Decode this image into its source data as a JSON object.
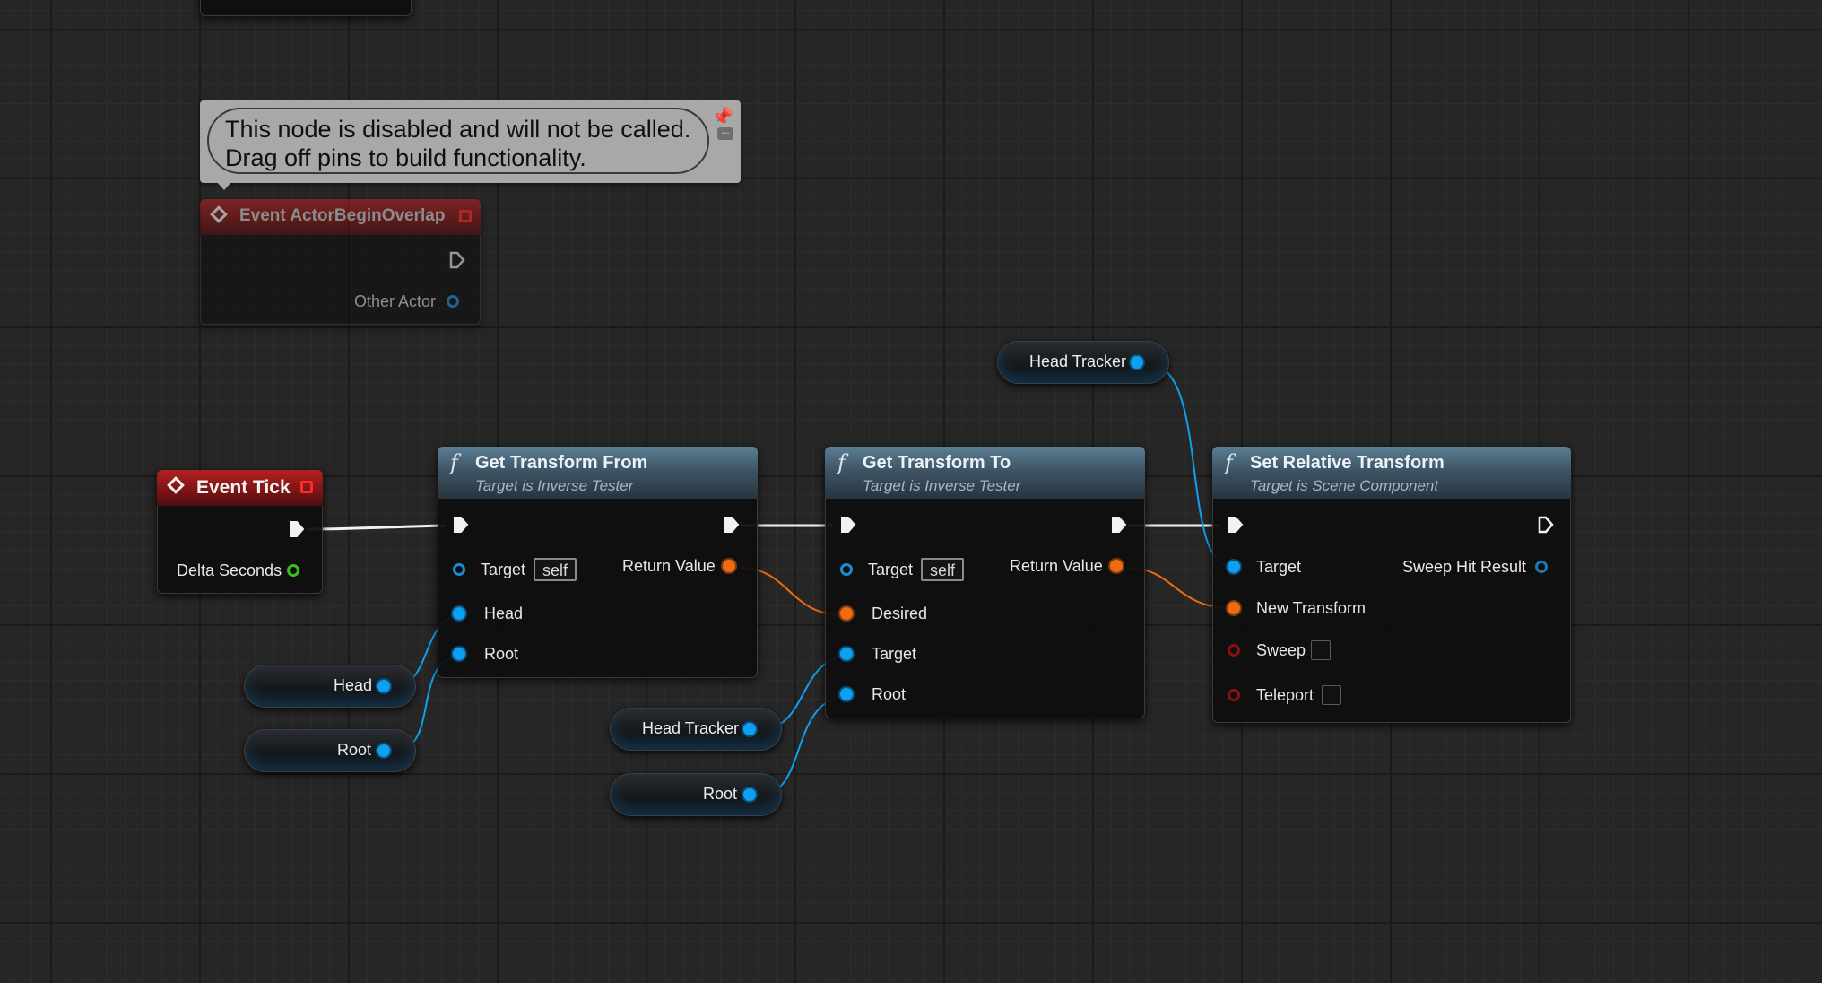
{
  "comment": {
    "line1": "This node is disabled and will not be called.",
    "line2": "Drag off pins to build functionality."
  },
  "begin_overlap": {
    "title": "Event ActorBeginOverlap",
    "pin_other_actor": "Other Actor"
  },
  "event_tick": {
    "title": "Event Tick",
    "pin_delta_seconds": "Delta Seconds"
  },
  "get_transform_from": {
    "title": "Get Transform From",
    "subtitle": "Target is Inverse Tester",
    "pin_target": "Target",
    "target_value": "self",
    "pin_return": "Return Value",
    "pin_head": "Head",
    "pin_root": "Root"
  },
  "get_transform_to": {
    "title": "Get Transform To",
    "subtitle": "Target is Inverse Tester",
    "pin_target": "Target",
    "target_value": "self",
    "pin_return": "Return Value",
    "pin_desired": "Desired",
    "pin_target2": "Target",
    "pin_root": "Root"
  },
  "set_relative_transform": {
    "title": "Set Relative Transform",
    "subtitle": "Target is Scene Component",
    "pin_target": "Target",
    "pin_sweep_hit": "Sweep Hit Result",
    "pin_new_transform": "New Transform",
    "pin_sweep": "Sweep",
    "pin_teleport": "Teleport"
  },
  "variables": {
    "head_tracker_top": "Head Tracker",
    "head": "Head",
    "root_left": "Root",
    "head_tracker_mid": "Head Tracker",
    "root_mid": "Root"
  },
  "icons": [
    "function-icon",
    "event-icon",
    "exec-pin-icon",
    "pin-icon",
    "expand-icon"
  ],
  "colors": {
    "exec_wire": "#ffffff",
    "object_wire": "#0ea0f0",
    "transform_wire": "#f06a10",
    "event_header": "#b32121",
    "function_header": "#5c7e94"
  }
}
